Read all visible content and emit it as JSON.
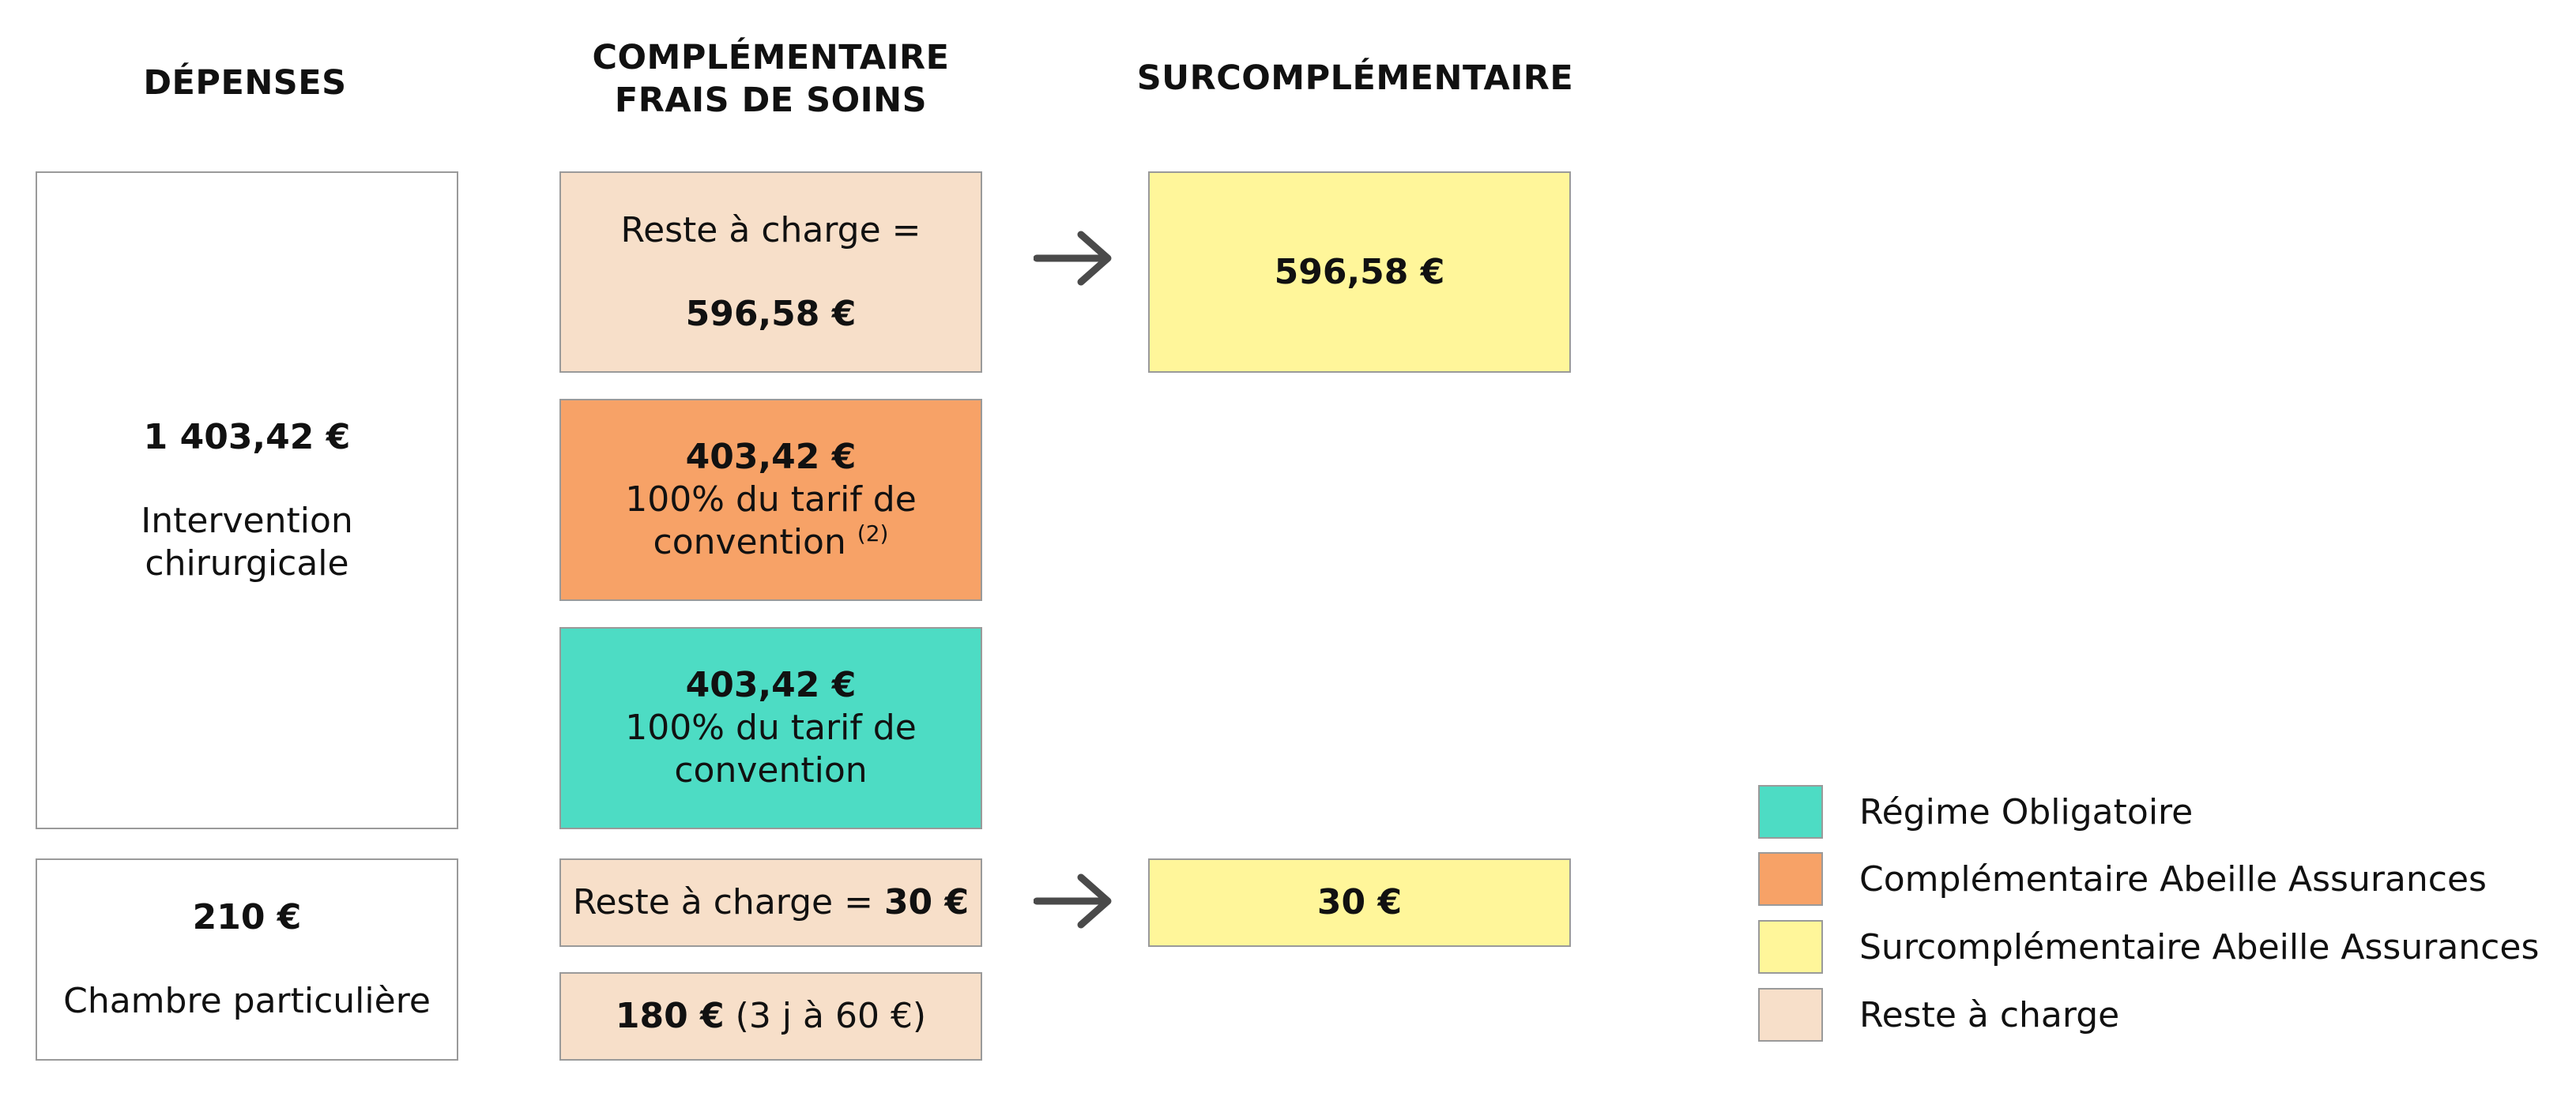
{
  "headers": {
    "depenses": "DÉPENSES",
    "complementaire_line1": "COMPLÉMENTAIRE",
    "complementaire_line2": "FRAIS DE SOINS",
    "surcomplementaire": "SURCOMPLÉMENTAIRE"
  },
  "depenses": {
    "intervention": {
      "amount": "1 403,42 €",
      "label_line1": "Intervention",
      "label_line2": "chirurgicale"
    },
    "chambre": {
      "amount": "210 €",
      "label": "Chambre particulière"
    }
  },
  "complementaire": {
    "reste_intervention": {
      "label": "Reste à charge =",
      "amount": "596,58 €"
    },
    "abeille": {
      "amount": "403,42 €",
      "line1": "100% du tarif de",
      "line2": "convention",
      "note": "(2)"
    },
    "regime": {
      "amount": "403,42 €",
      "line1": "100% du tarif de",
      "line2": "convention"
    },
    "reste_chambre": {
      "label": "Reste à charge = ",
      "amount": "30 €"
    },
    "chambre_couverte": {
      "amount": "180 €",
      "detail": " (3 j à 60 €)"
    }
  },
  "surcomplementaire": {
    "intervention": "596,58 €",
    "chambre": "30 €"
  },
  "legend": [
    {
      "label": "Régime Obligatoire",
      "color": "#4ddcc4"
    },
    {
      "label": "Complémentaire Abeille Assurances",
      "color": "#f7a267"
    },
    {
      "label": "Surcomplémentaire Abeille Assurances",
      "color": "#fff69a"
    },
    {
      "label": "Reste à charge",
      "color": "#f7dfc9"
    }
  ],
  "colors": {
    "regime": "#4ddcc4",
    "complementaire": "#f7a267",
    "surcomplementaire": "#fff69a",
    "reste": "#f7dfc9",
    "border": "#9a9a9a",
    "arrow": "#4a4a4a"
  },
  "icons": [
    "arrow-right-icon"
  ]
}
